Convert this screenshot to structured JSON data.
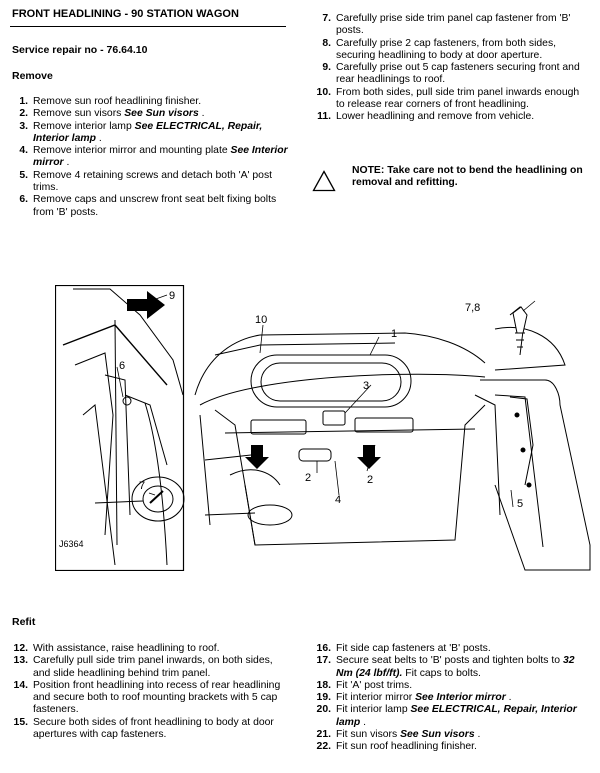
{
  "header": {
    "title": "FRONT HEADLINING - 90 STATION WAGON",
    "service_repair_no": "Service repair no - 76.64.10"
  },
  "remove": {
    "heading": "Remove",
    "steps": [
      {
        "n": "1.",
        "text": "Remove sun roof headlining finisher."
      },
      {
        "n": "2.",
        "text": "Remove sun visors ",
        "ref": "See  Sun visors",
        "after": " ."
      },
      {
        "n": "3.",
        "text": "Remove interior lamp ",
        "ref": "See ELECTRICAL, Repair, Interior lamp",
        "after": " ."
      },
      {
        "n": "4.",
        "text": "Remove interior mirror and mounting plate ",
        "ref": "See Interior mirror",
        "after": " ."
      },
      {
        "n": "5.",
        "text": "Remove 4 retaining screws and detach both 'A' post trims."
      },
      {
        "n": "6.",
        "text": "Remove caps and unscrew front seat belt fixing bolts from 'B' posts."
      },
      {
        "n": "7.",
        "text": "Carefully prise side trim panel cap fastener from 'B' posts."
      },
      {
        "n": "8.",
        "text": "Carefully prise 2 cap fasteners, from both sides, securing headlining to body at door aperture."
      },
      {
        "n": "9.",
        "text": "Carefully prise out 5 cap fasteners securing front and rear headlinings to roof."
      },
      {
        "n": "10.",
        "text": "From both sides, pull side trim panel inwards enough to release rear corners of front headlining."
      },
      {
        "n": "11.",
        "text": "Lower headlining and remove from vehicle."
      }
    ]
  },
  "note": {
    "text": "NOTE: Take care not to bend the headlining on removal and refitting.",
    "icon": "warning-triangle-icon"
  },
  "figure": {
    "id": "J6364",
    "callouts": [
      "9",
      "10",
      "1",
      "7,8",
      "6",
      "3",
      "2",
      "2",
      "4",
      "5",
      "7"
    ]
  },
  "refit": {
    "heading": "Refit",
    "steps": [
      {
        "n": "12.",
        "text": "With assistance, raise headlining to roof."
      },
      {
        "n": "13.",
        "text": "Carefully pull side trim panel inwards, on both sides, and slide headlining behind trim panel."
      },
      {
        "n": "14.",
        "text": "Position front headlining into recess of rear headlining and secure both to roof mounting brackets with 5 cap fasteners."
      },
      {
        "n": "15.",
        "text": "Secure both sides of front headlining to body at door apertures with cap fasteners."
      },
      {
        "n": "16.",
        "text": "Fit side cap fasteners at 'B' posts."
      },
      {
        "n": "17.",
        "text": "Secure seat belts to 'B' posts and tighten bolts to ",
        "value": "32 Nm (24 lbf/ft).",
        "after": " Fit caps to bolts."
      },
      {
        "n": "18.",
        "text": "Fit 'A' post trims."
      },
      {
        "n": "19.",
        "text": "Fit interior mirror ",
        "ref": "See  Interior mirror",
        "after": " ."
      },
      {
        "n": "20.",
        "text": "Fit interior lamp ",
        "ref": "See ELECTRICAL, Repair, Interior lamp",
        "after": " ."
      },
      {
        "n": "21.",
        "text": "Fit sun visors ",
        "ref": "See  Sun visors",
        "after": " ."
      },
      {
        "n": "22.",
        "text": "Fit sun roof headlining finisher."
      }
    ]
  }
}
